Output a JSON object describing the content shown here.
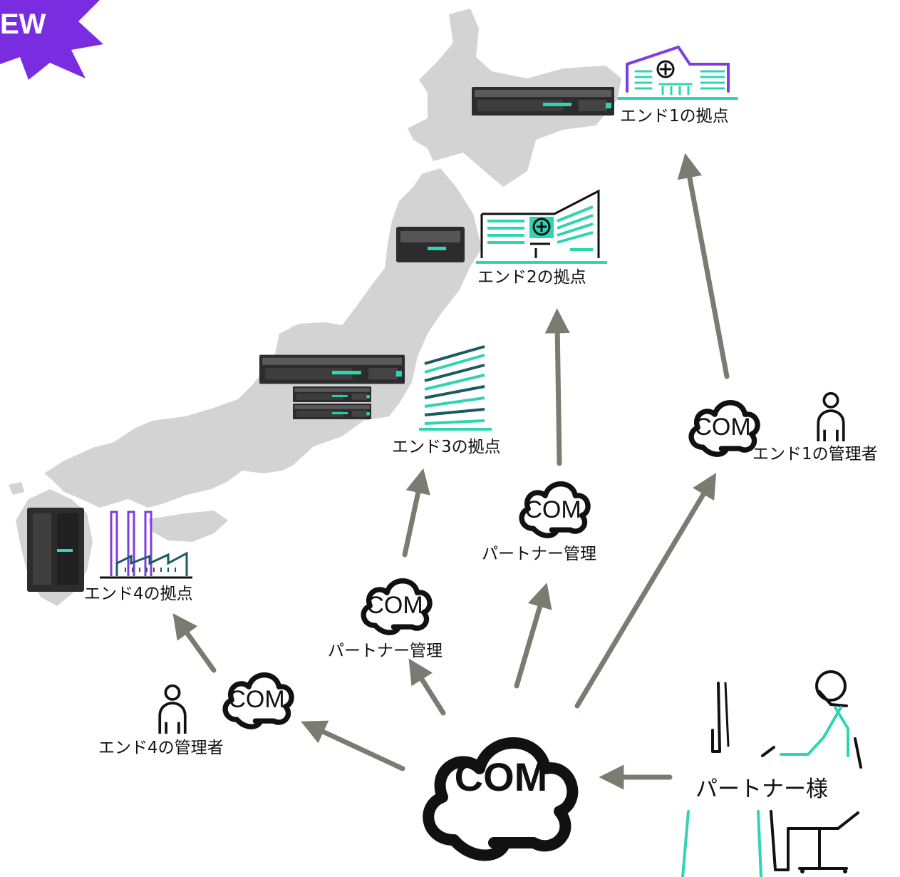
{
  "badge": {
    "text": "EW",
    "color": "#7a2de0"
  },
  "colors": {
    "map": "#d3d3d3",
    "arrow": "#7b7b72",
    "teal": "#2fd4b2",
    "purple": "#7d3ee0",
    "dark_teal": "#1c5a62",
    "server_dark": "#2c2c2c"
  },
  "cloud_label": "COM",
  "sites": {
    "end1": "エンド1の拠点",
    "end2": "エンド2の拠点",
    "end3": "エンド3の拠点",
    "end4": "エンド4の拠点"
  },
  "admins": {
    "end1": "エンド1の管理者",
    "end4": "エンド4の管理者"
  },
  "partner_mgmt": [
    "パートナー管理",
    "パートナー管理"
  ],
  "partner": "パートナー様",
  "icons": [
    "hospital-icon",
    "hospital-wide-icon",
    "office-tower-icon",
    "factory-icon",
    "person-icon",
    "cloud-icon",
    "rack-server-icon",
    "tower-server-icon",
    "partner-workstation-icon"
  ]
}
